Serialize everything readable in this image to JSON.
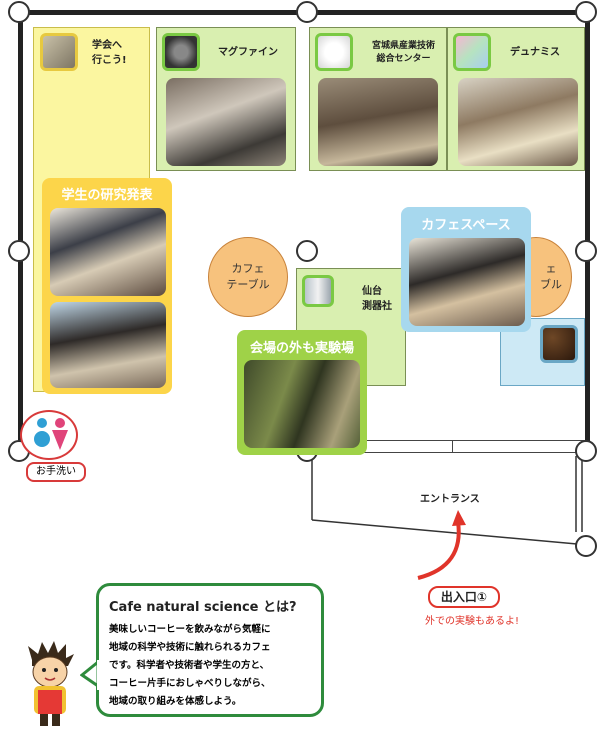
{
  "booths": {
    "gakkai": {
      "line1": "学会へ",
      "line2": "行こう!"
    },
    "magfine": {
      "label": "マグファイン"
    },
    "miyagi": {
      "line1": "宮城県産業技術",
      "line2": "総合センター"
    },
    "dunamis": {
      "label": "デュナミス"
    },
    "sendai": {
      "line1": "仙台",
      "line2": "測器社"
    }
  },
  "panels": {
    "student": {
      "title": "学生の研究発表"
    },
    "cafe_space": {
      "title": "カフェスペース"
    },
    "outdoor": {
      "title": "会場の外も実験場"
    }
  },
  "tables": {
    "left": {
      "line1": "カフェ",
      "line2": "テーブル"
    },
    "right_partial": {
      "line1": "ェ",
      "line2": "ブル"
    }
  },
  "toilet": {
    "label": "お手洗い"
  },
  "entrance": {
    "label": "エントランス"
  },
  "exit": {
    "label": "出入口①",
    "note": "外での実験もあるよ!"
  },
  "about": {
    "title": "Cafe natural science とは?",
    "body_lines": [
      "美味しいコーヒーを飲みながら気軽に",
      "地域の科学や技術に触れられるカフェ",
      "です。科学者や技術者や学生の方と、",
      "コーヒー片手におしゃべりしながら、",
      "地域の取り組みを体感しよう。"
    ]
  },
  "colors": {
    "booth_green": "#d9efb0",
    "student_yellow": "#fcd54a",
    "cafe_blue": "#a7d8ee",
    "outdoor_green": "#9fd248",
    "table_orange": "#f7c27d",
    "exit_red": "#e0342a"
  }
}
